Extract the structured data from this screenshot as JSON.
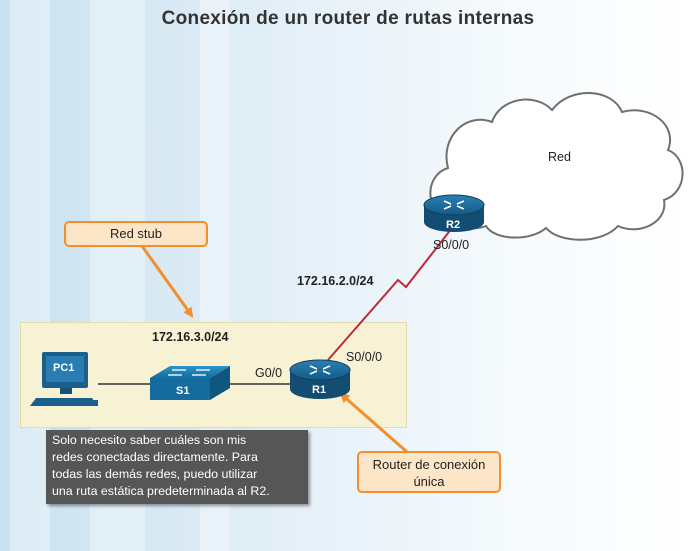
{
  "title": "Conexión de un router de rutas internas",
  "cloud_label": "Red",
  "devices": {
    "pc": "PC1",
    "switch": "S1",
    "router_edge": "R1",
    "router_isp": "R2"
  },
  "interfaces": {
    "r2_serial": "S0/0/0",
    "r1_serial": "S0/0/0",
    "r1_gig": "G0/0"
  },
  "networks": {
    "wan": "172.16.2.0/24",
    "lan": "172.16.3.0/24"
  },
  "callouts": {
    "stub_network": "Red stub",
    "single_homed_router_line1": "Router de conexión",
    "single_homed_router_line2": "única"
  },
  "note": {
    "line1": "Solo necesito saber cuáles son mis",
    "line2": "redes conectadas directamente. Para",
    "line3": "todas las demás redes, puedo utilizar",
    "line4": "una ruta estática predeterminada al R2."
  },
  "colors": {
    "router_blue": "#1d6a9a",
    "switch_blue": "#1a7fb5",
    "wan_link": "#c0283c",
    "callout_border": "#f28f2c",
    "callout_fill": "#fde5c8",
    "stub_area": "#f7f2d4"
  }
}
